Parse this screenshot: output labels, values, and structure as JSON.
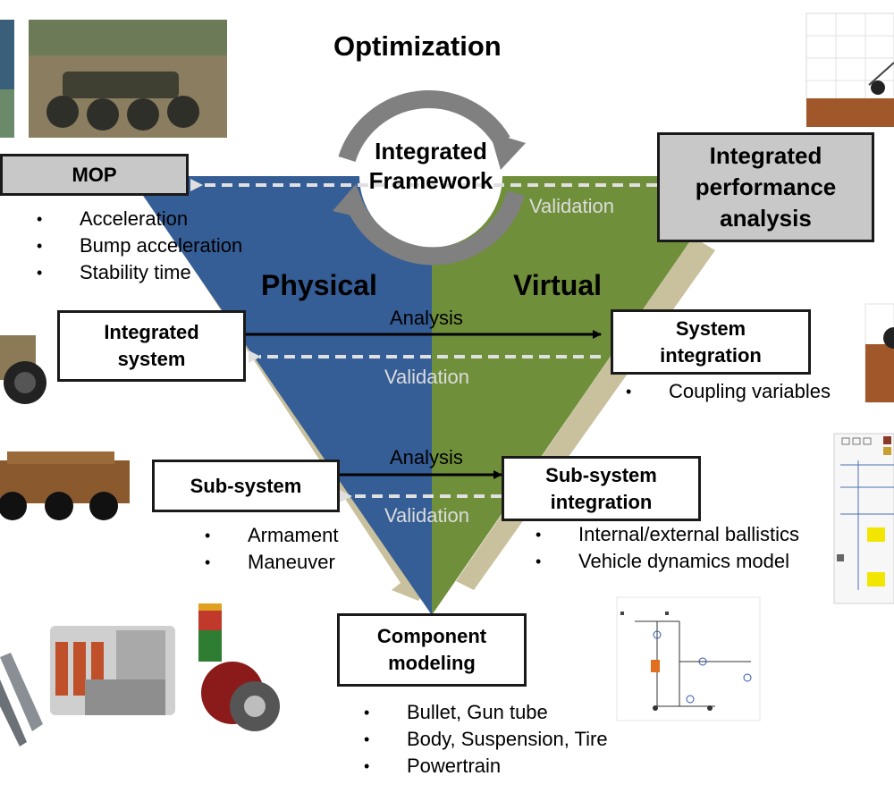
{
  "title": "Optimization",
  "center": {
    "line1": "Integrated",
    "line2": "Framework"
  },
  "sides": {
    "physical": "Physical",
    "virtual": "Virtual"
  },
  "boxes": {
    "mop": "MOP",
    "integrated_perf": [
      "Integrated",
      "performance",
      "analysis"
    ],
    "integrated_system": [
      "Integrated",
      "system"
    ],
    "system_integration": [
      "System",
      "integration"
    ],
    "subsystem": "Sub-system",
    "subsystem_integration": [
      "Sub-system",
      "integration"
    ],
    "component_modeling": [
      "Component",
      "modeling"
    ]
  },
  "arrow_labels": {
    "validation_top": "Validation",
    "analysis_1": "Analysis",
    "validation_1": "Validation",
    "analysis_2": "Analysis",
    "validation_2": "Validation"
  },
  "bullets": {
    "mop": [
      "Acceleration",
      "Bump acceleration",
      "Stability time"
    ],
    "system_integration": [
      "Coupling variables"
    ],
    "subsystem": [
      "Armament",
      "Maneuver"
    ],
    "subsystem_integration": [
      "Internal/external ballistics",
      "Vehicle dynamics model"
    ],
    "component": [
      "Bullet, Gun tube",
      "Body, Suspension, Tire",
      "Powertrain"
    ]
  },
  "colors": {
    "physical_blue": "#355d96",
    "virtual_green": "#6f8f3b",
    "khaki": "#c9c19d",
    "cycle_grey": "#808080",
    "box_grey": "#c8c8c8"
  }
}
